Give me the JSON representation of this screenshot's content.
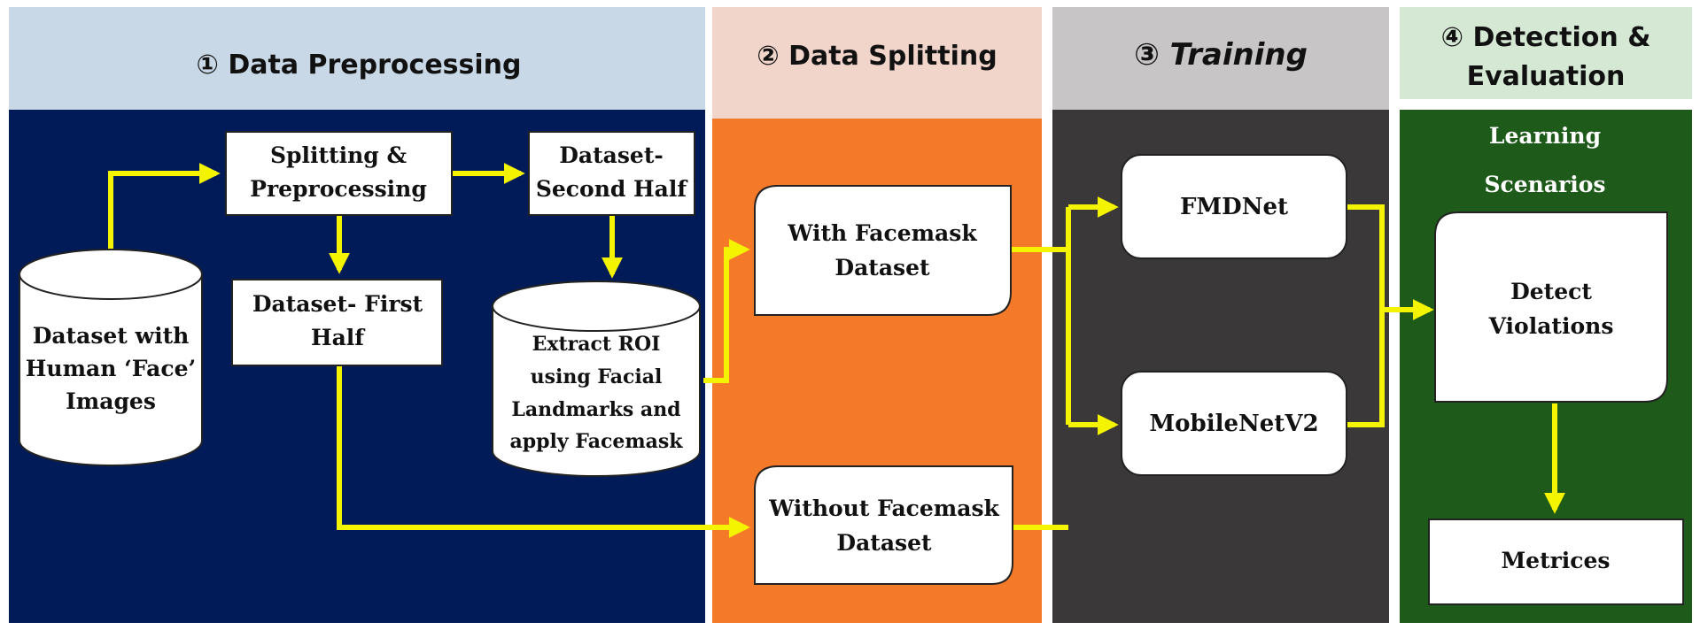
{
  "sections": {
    "preprocessing": {
      "title": "① Data Preprocessing",
      "header_color": "#c9d8e6",
      "body_color": "#011b58"
    },
    "splitting": {
      "title": "② Data Splitting",
      "header_color": "#f1d5cb",
      "body_color": "#f47a2a"
    },
    "training": {
      "title": "③ Training",
      "header_color": "#c8c5c6",
      "body_color": "#3a3838"
    },
    "detection": {
      "title_line1": "④ Detection &",
      "title_line2": "Evaluation",
      "header_color": "#d5e8d4",
      "body_color": "#1e5a19"
    }
  },
  "nodes": {
    "dataset_faces": {
      "line1": "Dataset with",
      "line2": "Human ‘Face’",
      "line3": "Images"
    },
    "splitting_prep": {
      "line1": "Splitting &",
      "line2": "Preprocessing"
    },
    "second_half": {
      "line1": "Dataset-",
      "line2": "Second Half"
    },
    "first_half": {
      "line1": "Dataset- First",
      "line2": "Half"
    },
    "extract_roi": {
      "line1": "Extract ROI",
      "line2": "using Facial",
      "line3": "Landmarks and",
      "line4": "apply Facemask"
    },
    "with_facemask": {
      "line1": "With Facemask",
      "line2": "Dataset"
    },
    "without_facemask": {
      "line1": "Without Facemask",
      "line2": "Dataset"
    },
    "fmdnet": {
      "label": "FMDNet"
    },
    "mobilenet": {
      "label": "MobileNetV2"
    },
    "learning": {
      "line1": "Learning",
      "line2": "Scenarios"
    },
    "detect": {
      "line1": "Detect",
      "line2": "Violations"
    },
    "metrices": {
      "label": "Metrices"
    }
  },
  "colors": {
    "arrow": "#f4f400",
    "box_fill": "#ffffff",
    "box_stroke": "#222222"
  }
}
